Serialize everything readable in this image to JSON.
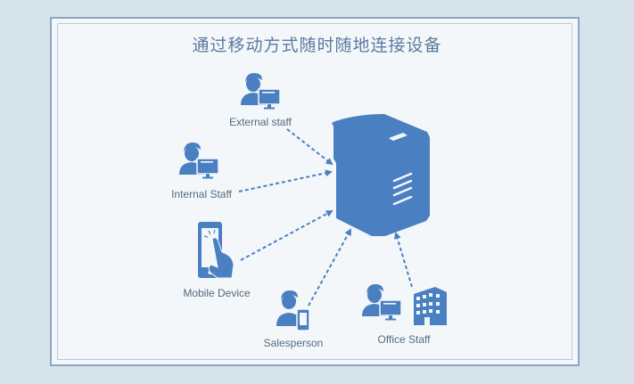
{
  "title": "通过移动方式随时随地连接设备",
  "nodes": {
    "external_staff": "External staff",
    "internal_staff": "Internal Staff",
    "mobile_device": "Mobile Device",
    "salesperson": "Salesperson",
    "office_staff": "Office Staff"
  },
  "colors": {
    "icon": "#4a80c2",
    "text": "#566a7e",
    "title": "#5b7aa0"
  }
}
